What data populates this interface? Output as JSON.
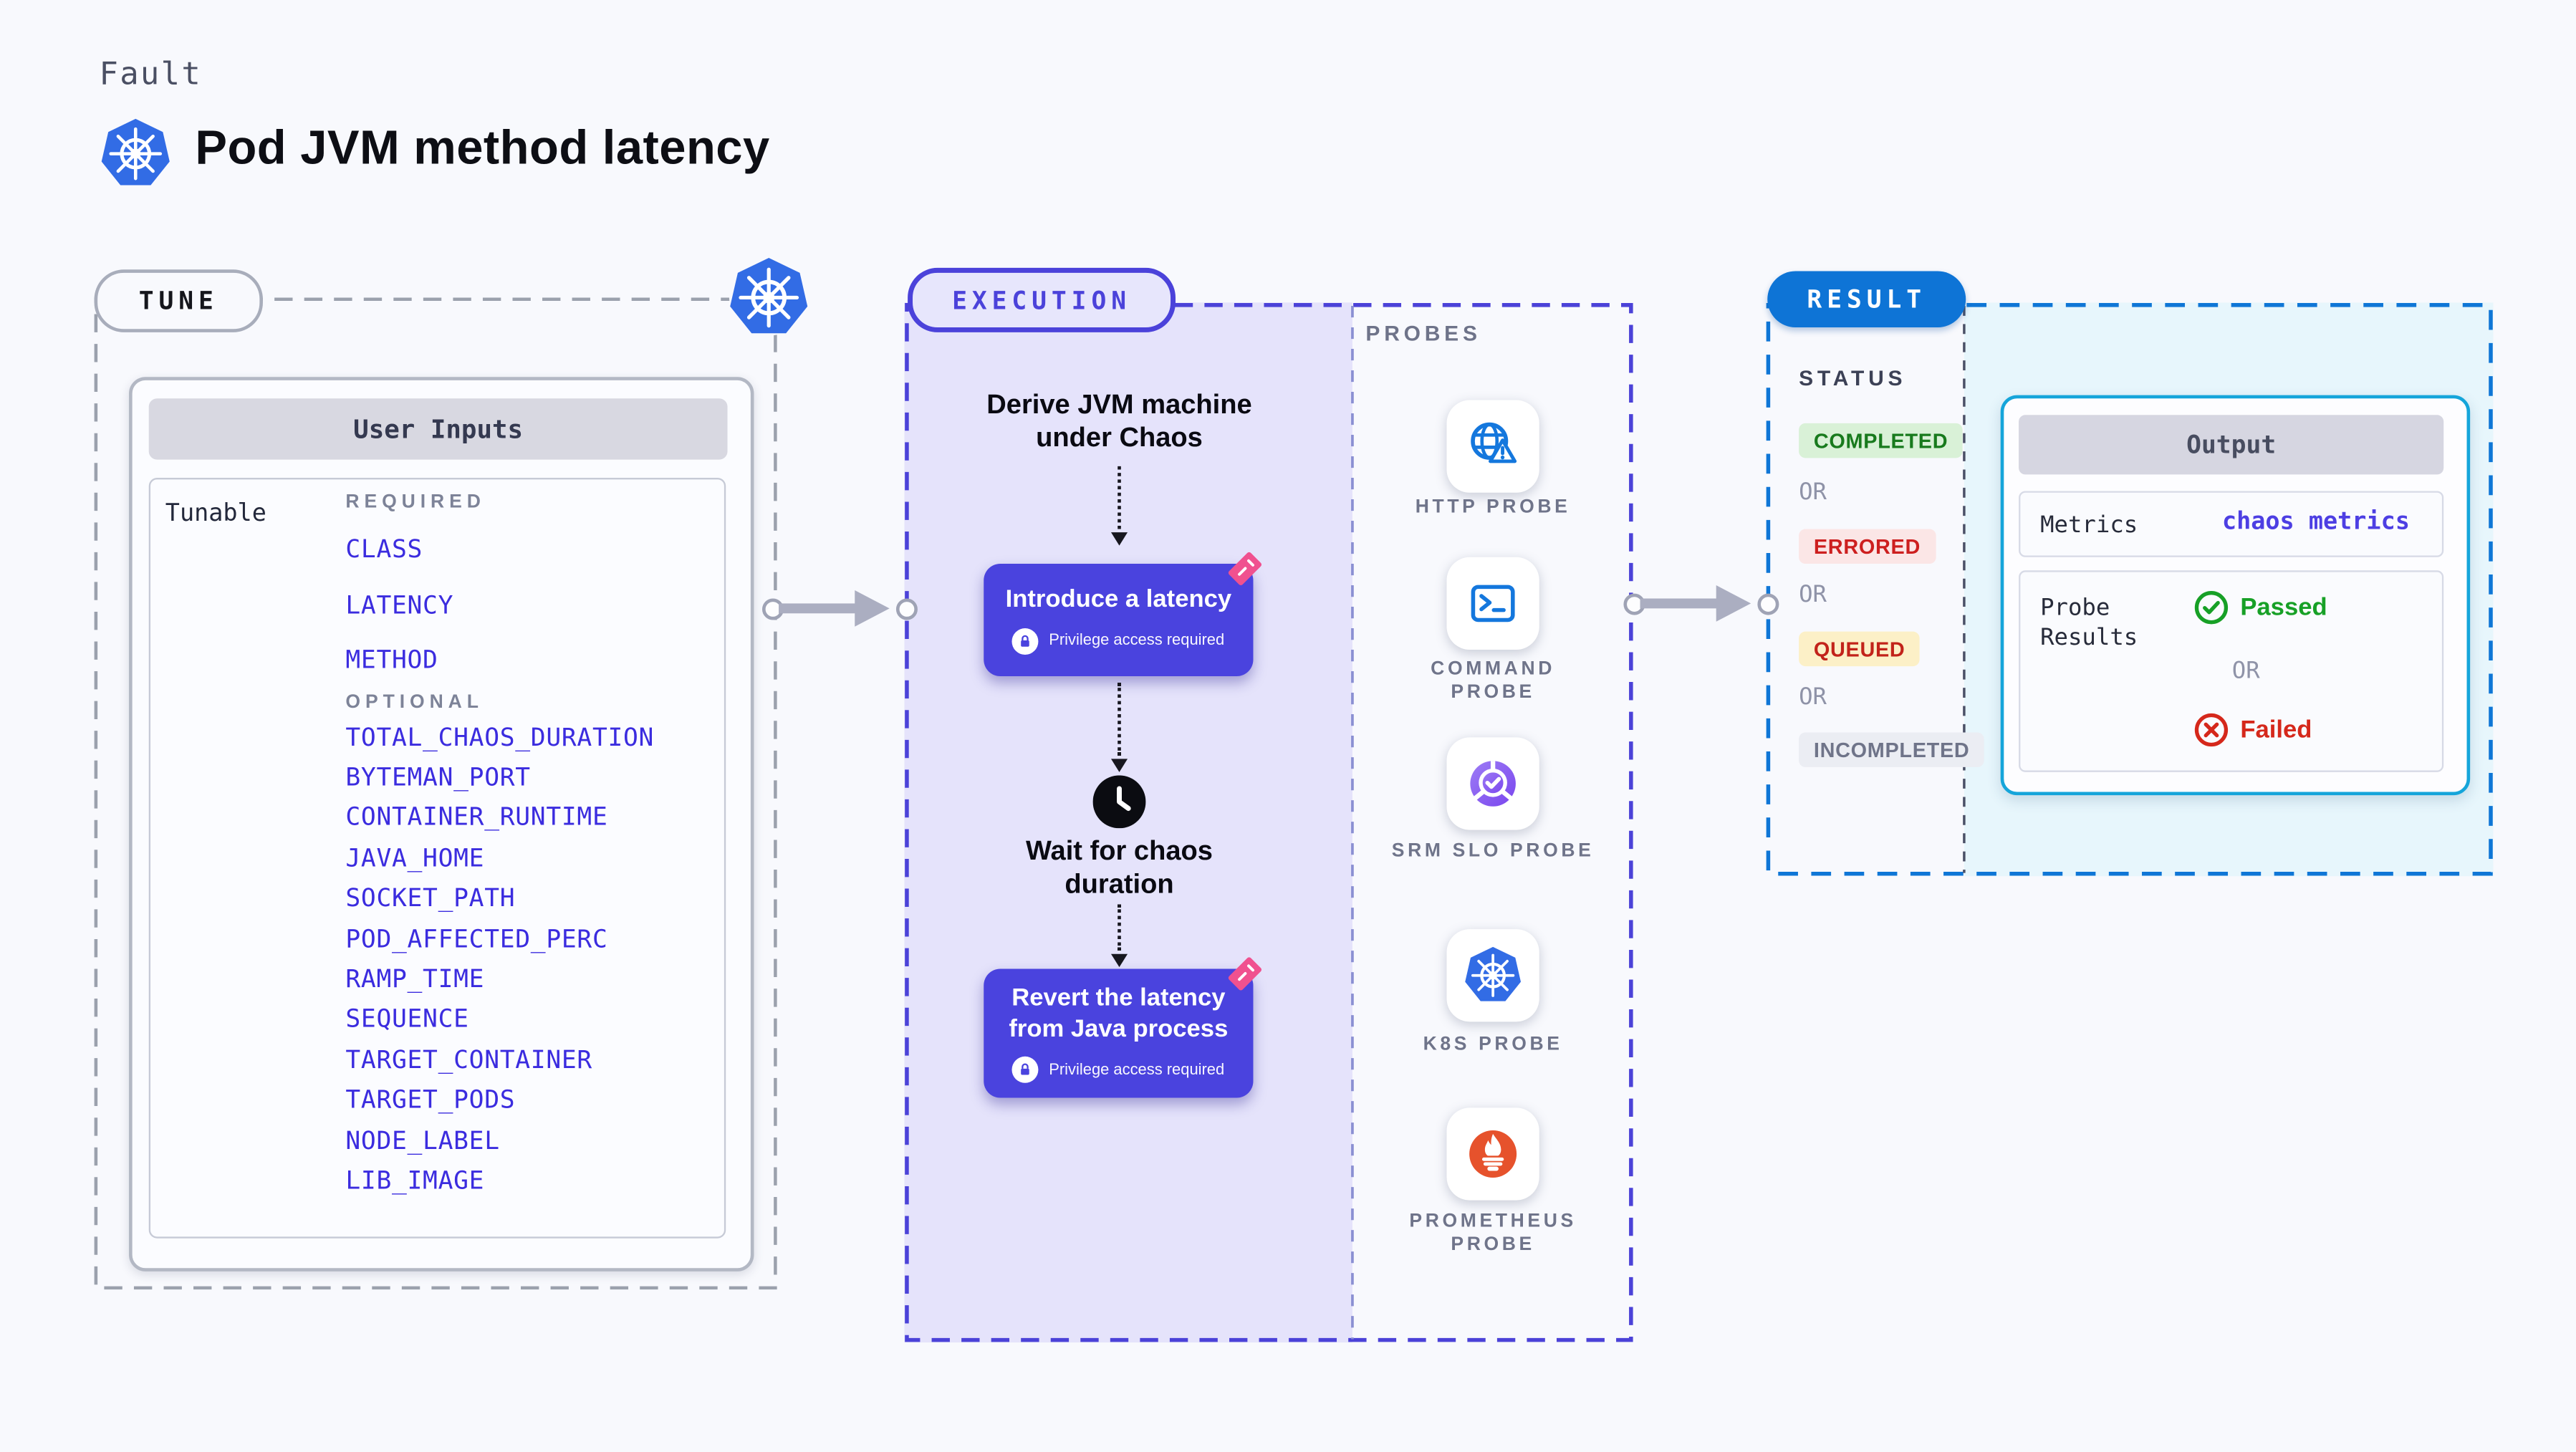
{
  "header": {
    "eyebrow": "Fault",
    "title": "Pod JVM method latency"
  },
  "tune": {
    "label": "TUNE",
    "card": {
      "title": "User Inputs",
      "row_label": "Tunable",
      "required_label": "REQUIRED",
      "required": [
        "CLASS",
        "LATENCY",
        "METHOD"
      ],
      "optional_label": "OPTIONAL",
      "optional": [
        "TOTAL_CHAOS_DURATION",
        "BYTEMAN_PORT",
        "CONTAINER_RUNTIME",
        "JAVA_HOME",
        "SOCKET_PATH",
        "POD_AFFECTED_PERC",
        "RAMP_TIME",
        "SEQUENCE",
        "TARGET_CONTAINER",
        "TARGET_PODS",
        "NODE_LABEL",
        "LIB_IMAGE"
      ]
    }
  },
  "execution": {
    "label": "EXECUTION",
    "derive_step": "Derive JVM machine under Chaos",
    "wait_step": "Wait for chaos duration",
    "privilege_note": "Privilege access required",
    "cards": [
      {
        "title": "Introduce a latency"
      },
      {
        "title": "Revert the latency from Java process"
      }
    ]
  },
  "probes": {
    "label": "PROBES",
    "items": [
      {
        "name": "HTTP PROBE",
        "icon": "globe-alert-icon"
      },
      {
        "name": "COMMAND PROBE",
        "icon": "terminal-icon"
      },
      {
        "name": "SRM SLO PROBE",
        "icon": "slo-donut-check-icon"
      },
      {
        "name": "K8S PROBE",
        "icon": "kubernetes-icon"
      },
      {
        "name": "PROMETHEUS PROBE",
        "icon": "prometheus-flame-icon"
      }
    ]
  },
  "result": {
    "label": "RESULT",
    "status_label": "STATUS",
    "or_label": "OR",
    "statuses": [
      {
        "label": "COMPLETED",
        "color": "#187a1d",
        "bg": "#d9f1d7"
      },
      {
        "label": "ERRORED",
        "color": "#cd1f1f",
        "bg": "#fbe6e6"
      },
      {
        "label": "QUEUED",
        "color": "#c2231a",
        "bg": "#fcf0c7"
      },
      {
        "label": "INCOMPLETED",
        "color": "#6f7489",
        "bg": "#ebedf3"
      }
    ],
    "output": {
      "title": "Output",
      "metrics_label": "Metrics",
      "metrics_value": "chaos metrics",
      "probe_results_label": "Probe Results",
      "passed_label": "Passed",
      "failed_label": "Failed"
    }
  },
  "colors": {
    "kubernetes_blue": "#326ce5",
    "chaos_indigo": "#4a43de",
    "result_blue": "#0e74d6",
    "output_border_cyan": "#15a5da",
    "success_green": "#17a026",
    "error_red": "#d5281b",
    "pink_badge": "#f0518f",
    "prometheus_orange": "#e6522c",
    "probe_icon_blue": "#1477dd",
    "param_indigo": "#3b2cdf",
    "lavender_fill": "#e5e3fb",
    "cyan_fill": "#e7f6fc"
  }
}
